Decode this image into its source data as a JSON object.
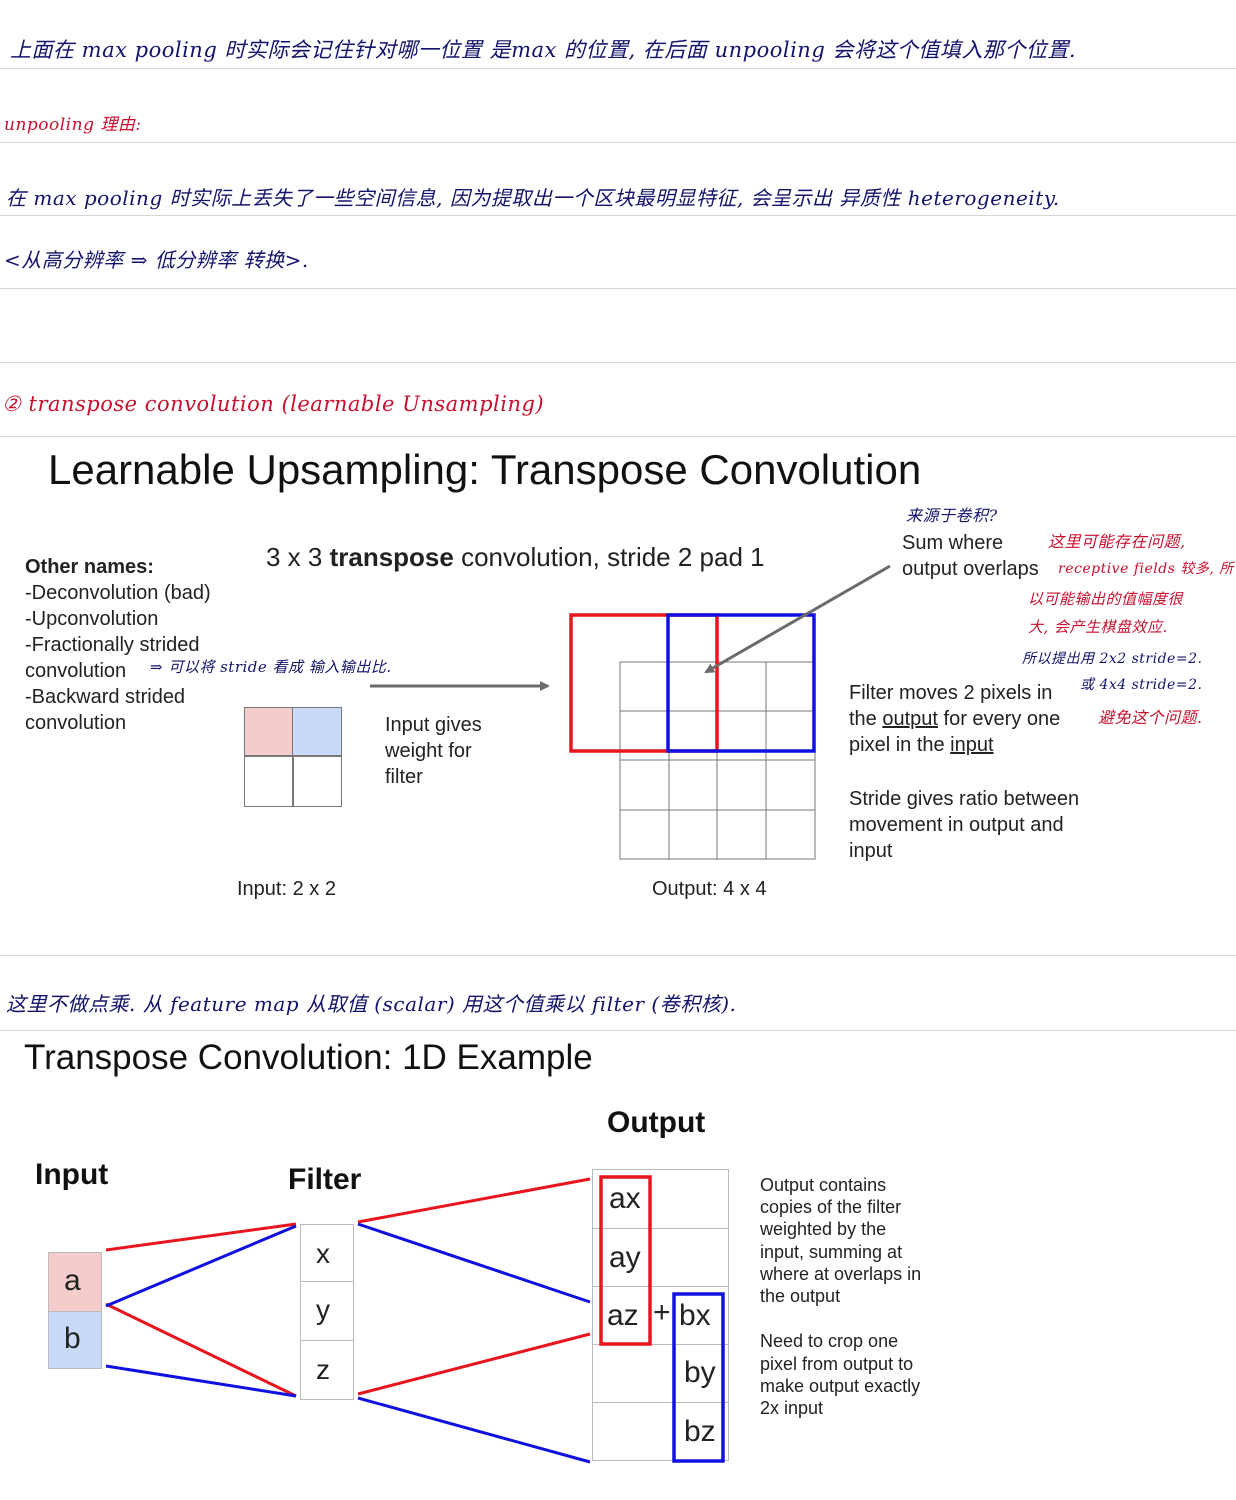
{
  "notes": {
    "line1": "上面在 max pooling 时实际会记住针对哪一位置 是max 的位置, 在后面 unpooling 会将这个值填入那个位置.",
    "reason_label": "unpooling 理由:",
    "reason_line1": "在 max pooling 时实际上丢失了一些空间信息, 因为提取出一个区块最明显特征, 会呈示出 异质性 heterogeneity.",
    "reason_line2": "<从高分辨率 ⇒ 低分辨率 转换>.",
    "section2": "② transpose convolution (learnable Unsampling)",
    "bottom_note": "这里不做点乘. 从 feature map 从取值 (scalar) 用这个值乘以 filter (卷积核).",
    "slide1_source": "来源于卷积?",
    "slide1_problem": [
      "这里可能存在问题,",
      "receptive fields 较多, 所",
      "以可能输出的值幅度很",
      "大, 会产生棋盘效应.",
      "所以提出用 2x2 stride=2.",
      "或 4x4 stride=2.",
      "避免这个问题."
    ],
    "slide1_fractional": "⇒ 可以将 stride 看成 输入输出比."
  },
  "slide1": {
    "title": "Learnable Upsampling: Transpose Convolution",
    "subtitle_pre": "3 x 3 ",
    "subtitle_bold": "transpose",
    "subtitle_post": " convolution, stride 2 pad 1",
    "other_names_heading": "Other names:",
    "other_names": [
      "-Deconvolution (bad)",
      "-Upconvolution",
      "-Fractionally strided",
      "convolution",
      "-Backward strided",
      "convolution"
    ],
    "input_gives": [
      "Input gives",
      "weight for",
      "filter"
    ],
    "input_label": "Input: 2 x 2",
    "output_label": "Output: 4 x 4",
    "sum_where": [
      "Sum where",
      "output overlaps"
    ],
    "filter_moves": {
      "line1": "Filter moves 2 pixels in",
      "line2_pre": "the ",
      "line2_u": "output",
      "line2_post": " for every one",
      "line3_pre": "pixel in the ",
      "line3_u": "input"
    },
    "stride_ratio": [
      "Stride gives ratio between",
      "movement in output and",
      "input"
    ],
    "colors": {
      "red": "#e8141e",
      "blue": "#1010e0",
      "pink_cell": "#f4cccc",
      "blue_cell": "#c9daf8"
    }
  },
  "slide2": {
    "title": "Transpose Convolution: 1D Example",
    "input_heading": "Input",
    "filter_heading": "Filter",
    "output_heading": "Output",
    "input_cells": [
      "a",
      "b"
    ],
    "filter_cells": [
      "x",
      "y",
      "z"
    ],
    "output_red": [
      "ax",
      "ay",
      "az"
    ],
    "plus": "+",
    "output_blue": [
      "bx",
      "by",
      "bz"
    ],
    "desc1": [
      "Output contains",
      "copies of the filter",
      "weighted by the",
      "input, summing at",
      "where at overlaps in",
      "the output"
    ],
    "desc2": [
      "Need to crop one",
      "pixel from output to",
      "make output exactly",
      "2x input"
    ]
  }
}
